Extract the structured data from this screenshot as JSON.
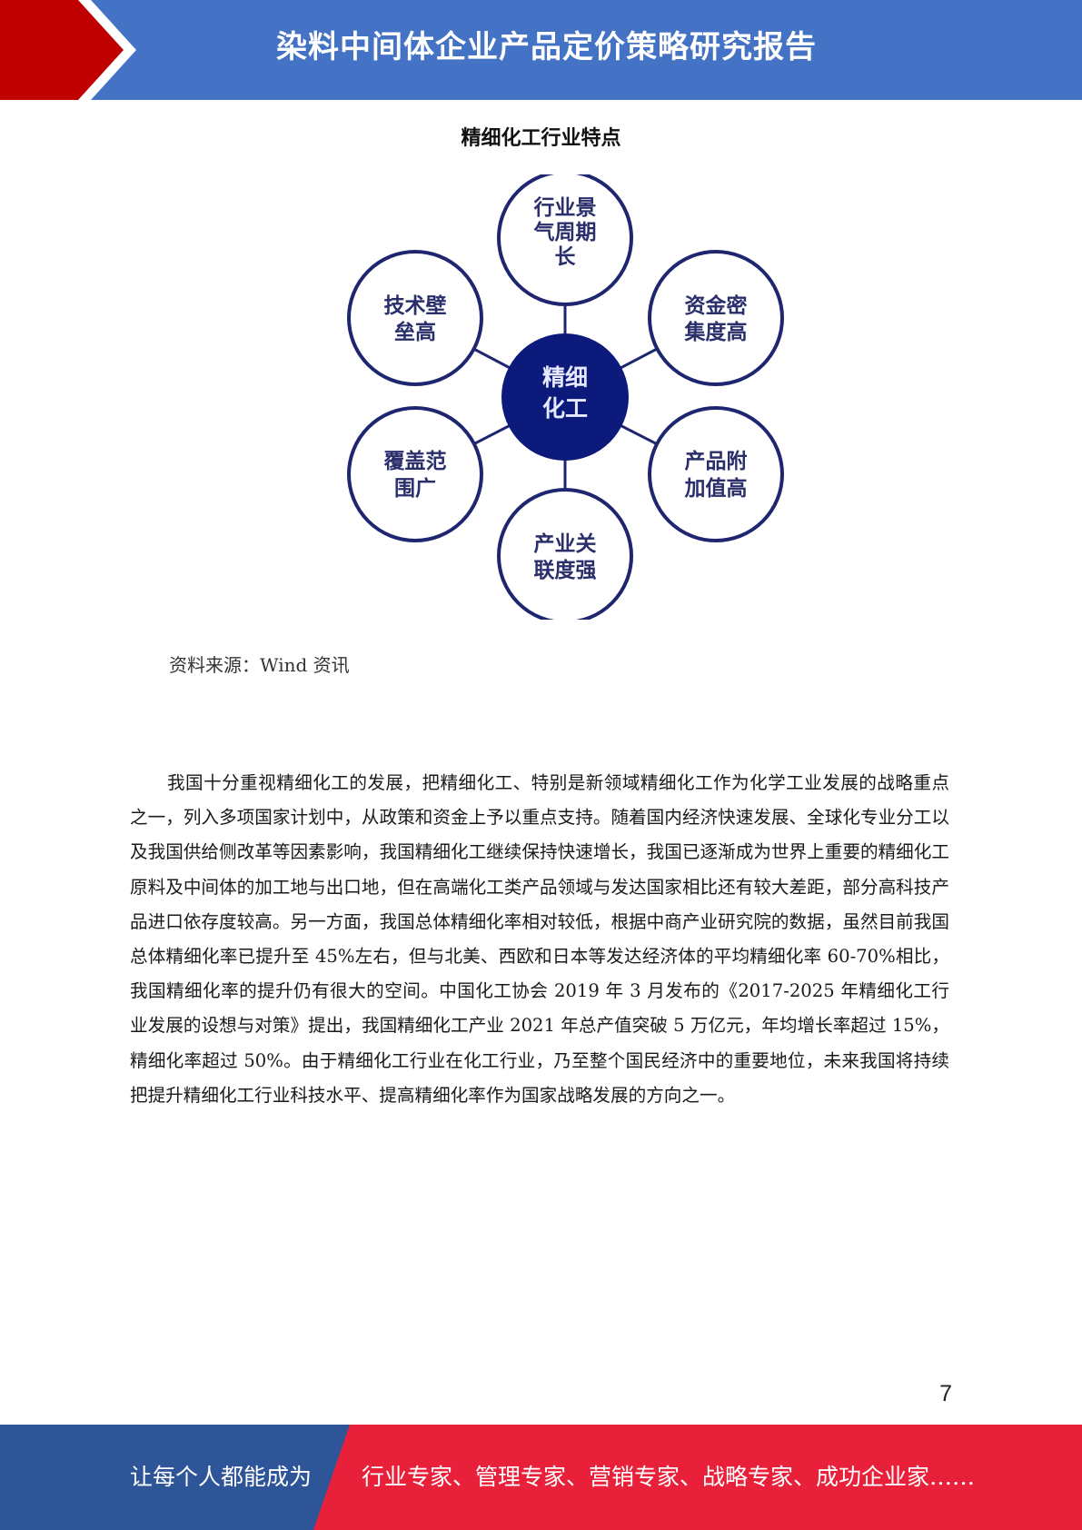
{
  "header": {
    "title": "染料中间体企业产品定价策略研究报告",
    "colors": {
      "blue": "#4472c4",
      "red": "#c00000"
    }
  },
  "figure": {
    "title": "精细化工行业特点",
    "center_label_lines": [
      "精细",
      "化工"
    ],
    "nodes": [
      {
        "lines": [
          "行业景",
          "气周期",
          "长"
        ]
      },
      {
        "lines": [
          "资金密",
          "集度高"
        ]
      },
      {
        "lines": [
          "产品附",
          "加值高"
        ]
      },
      {
        "lines": [
          "产业关",
          "联度强"
        ]
      },
      {
        "lines": [
          "覆盖范",
          "围广"
        ]
      },
      {
        "lines": [
          "技术壁",
          "垒高"
        ]
      }
    ],
    "colors": {
      "center": "#0c1a7c",
      "ring": "#1f2670",
      "text": "#2a2f6b"
    }
  },
  "source": "资料来源：Wind 资讯",
  "body": {
    "paragraph": "我国十分重视精细化工的发展，把精细化工、特别是新领域精细化工作为化学工业发展的战略重点之一，列入多项国家计划中，从政策和资金上予以重点支持。随着国内经济快速发展、全球化专业分工以及我国供给侧改革等因素影响，我国精细化工继续保持快速增长，我国已逐渐成为世界上重要的精细化工原料及中间体的加工地与出口地，但在高端化工类产品领域与发达国家相比还有较大差距，部分高科技产品进口依存度较高。另一方面，我国总体精细化率相对较低，根据中商产业研究院的数据，虽然目前我国总体精细化率已提升至 45%左右，但与北美、西欧和日本等发达经济体的平均精细化率 60-70%相比，我国精细化率的提升仍有很大的空间。中国化工协会 2019 年 3 月发布的《2017-2025 年精细化工行业发展的设想与对策》提出，我国精细化工产业 2021 年总产值突破 5 万亿元，年均增长率超过 15%，精细化率超过 50%。由于精细化工行业在化工行业，乃至整个国民经济中的重要地位，未来我国将持续把提升精细化工行业科技水平、提高精细化率作为国家战略发展的方向之一。"
  },
  "page_number": "7",
  "footer": {
    "left_text": "让每个人都能成为",
    "right_text": "行业专家、管理专家、营销专家、战略专家、成功企业家……",
    "colors": {
      "blue": "#2e5597",
      "red": "#e8203a"
    }
  }
}
